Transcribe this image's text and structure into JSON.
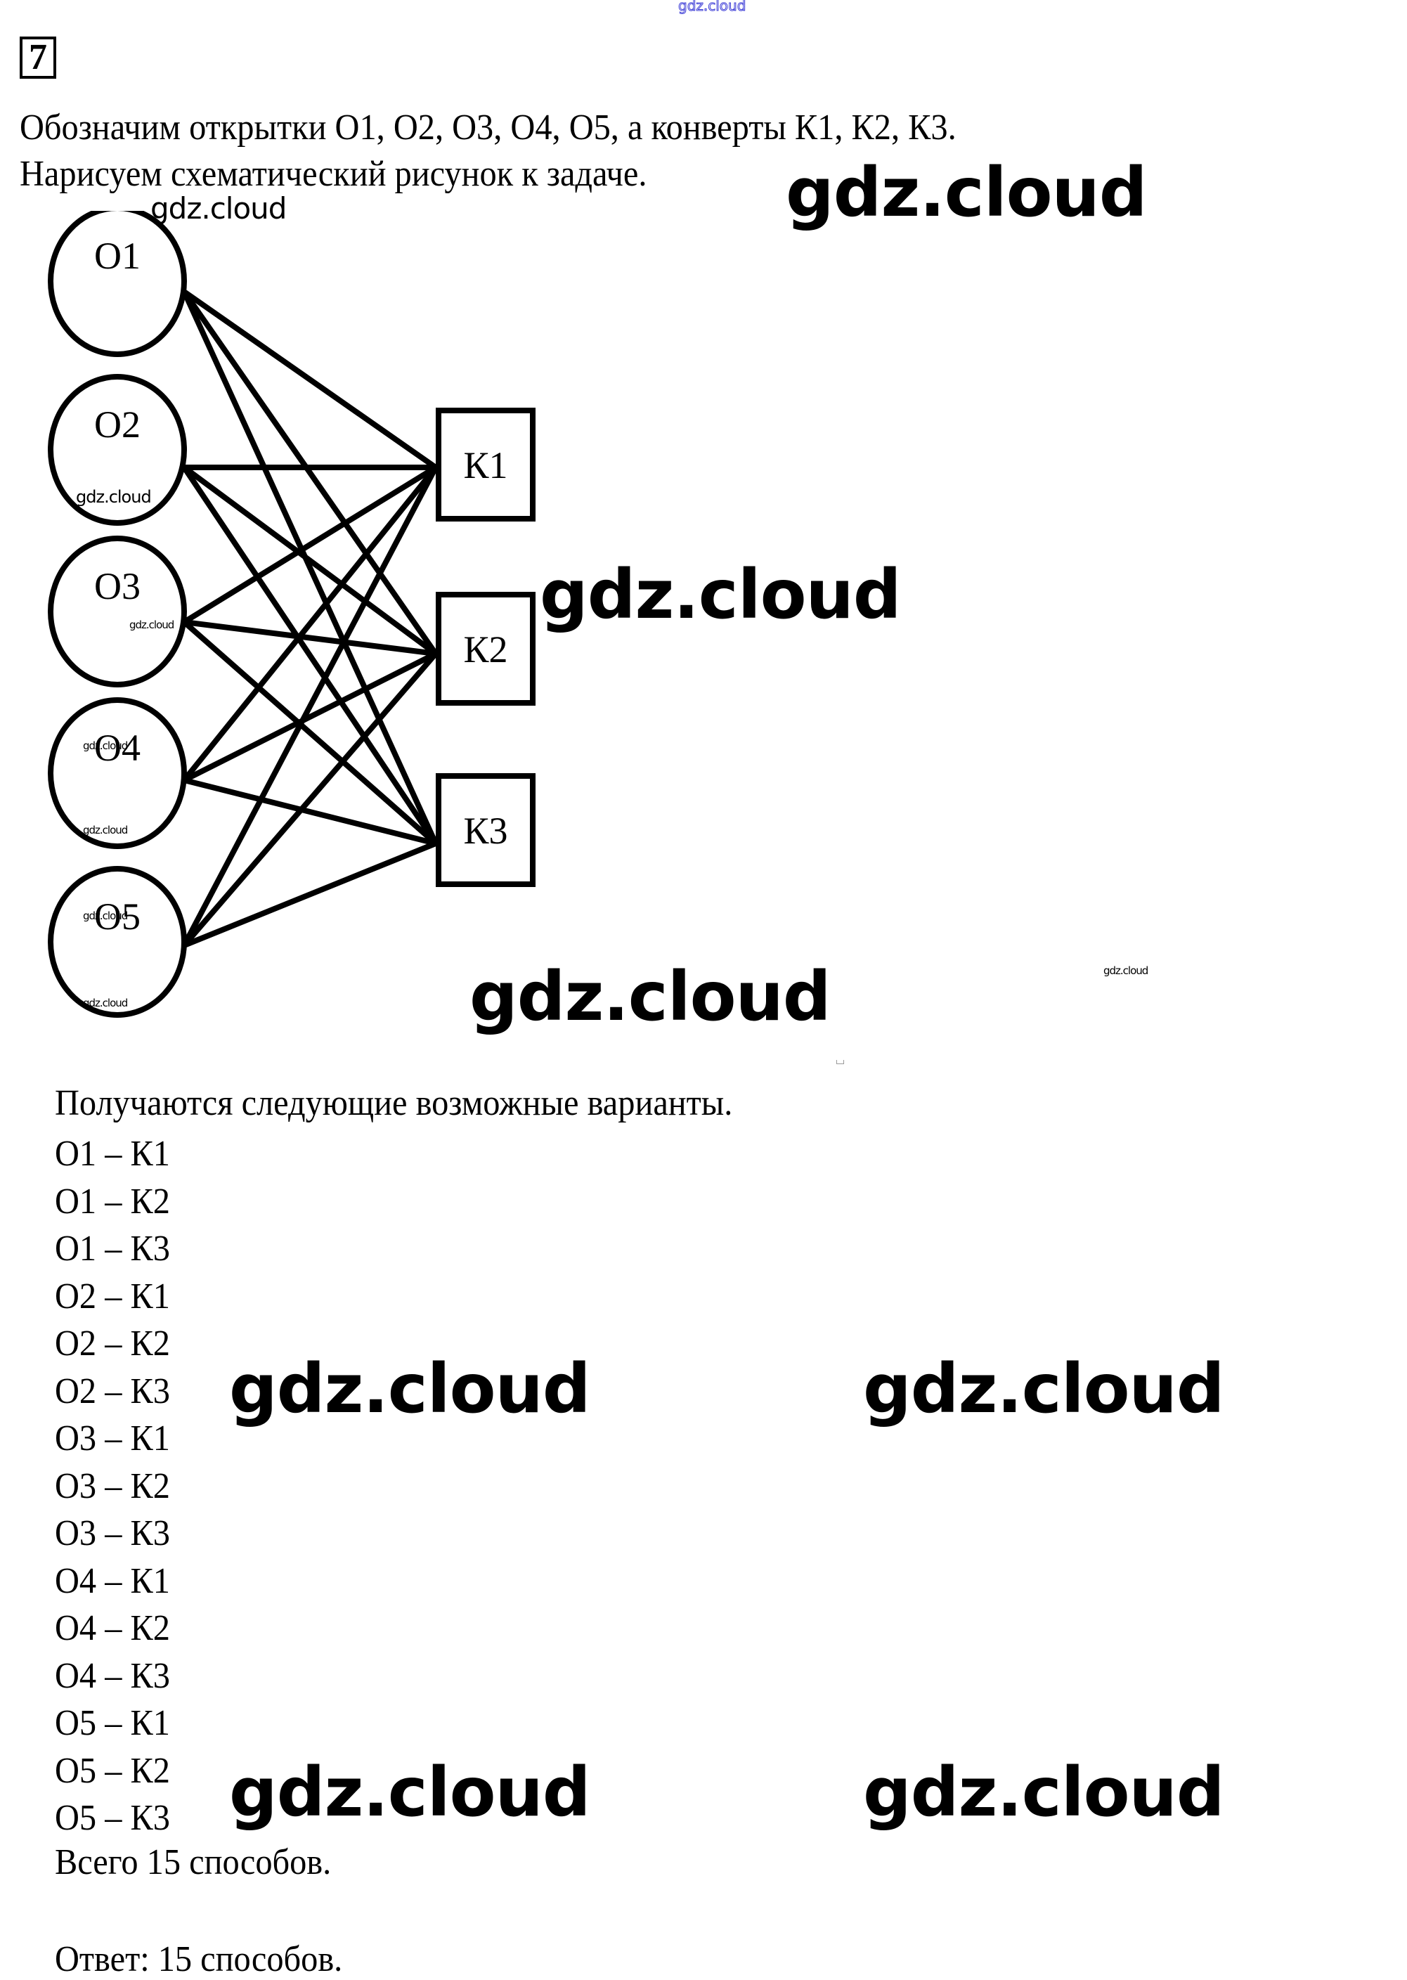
{
  "task": {
    "number": "7"
  },
  "intro": {
    "line1": "Обозначим открытки О1, О2, О3, О4, О5, а конверты К1, К2, К3.",
    "line2": "Нарисуем схематический рисунок к задаче."
  },
  "diagram": {
    "postcards": [
      "О1",
      "О2",
      "О3",
      "О4",
      "О5"
    ],
    "envelopes": [
      "К1",
      "К2",
      "К3"
    ],
    "edges": [
      [
        "О1",
        "К1"
      ],
      [
        "О1",
        "К2"
      ],
      [
        "О1",
        "К3"
      ],
      [
        "О2",
        "К1"
      ],
      [
        "О2",
        "К2"
      ],
      [
        "О2",
        "К3"
      ],
      [
        "О3",
        "К1"
      ],
      [
        "О3",
        "К2"
      ],
      [
        "О3",
        "К3"
      ],
      [
        "О4",
        "К1"
      ],
      [
        "О4",
        "К2"
      ],
      [
        "О4",
        "К3"
      ],
      [
        "О5",
        "К1"
      ],
      [
        "О5",
        "К2"
      ],
      [
        "О5",
        "К3"
      ]
    ]
  },
  "solution": {
    "heading": "Получаются следующие возможные варианты.",
    "variants": [
      "О1 – К1",
      "О1 – К2",
      "О1 – К3",
      "О2 – К1",
      "О2 – К2",
      "О2 – К3",
      "О3 – К1",
      "О3 – К2",
      "О3 – К3",
      "О4 – К1",
      "О4 – К2",
      "О4 – К3",
      "О5 – К1",
      "О5 – К2",
      "О5 – К3"
    ],
    "total": "Всего 15 способов.",
    "answer": "Ответ: 15 способов."
  },
  "watermark": {
    "text": "gdz.cloud",
    "top_color": "#3b3bd6"
  }
}
